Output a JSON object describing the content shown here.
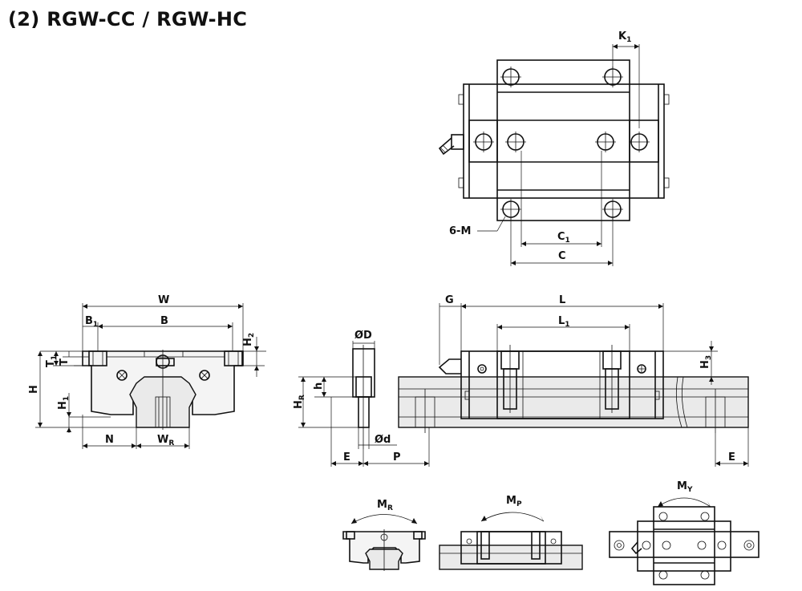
{
  "title": "(2) RGW-CC / RGW-HC",
  "labels": {
    "K": "K",
    "K_sub": "1",
    "six_m": "6-M",
    "C1": "C",
    "C1_sub": "1",
    "C": "C",
    "W": "W",
    "B1": "B",
    "B1_sub": "1",
    "B": "B",
    "H2": "H",
    "H2_sub": "2",
    "T1": "T",
    "T1_sub": "1",
    "T": "T",
    "H": "H",
    "H1": "H",
    "H1_sub": "1",
    "N": "N",
    "WR": "W",
    "WR_sub": "R",
    "OD": "ØD",
    "h": "h",
    "HR": "H",
    "HR_sub": "R",
    "Od": "Ød",
    "E_left": "E",
    "P": "P",
    "G": "G",
    "L": "L",
    "L1": "L",
    "L1_sub": "1",
    "H3": "H",
    "H3_sub": "3",
    "E_right": "E",
    "MR": "M",
    "MR_sub": "R",
    "MP": "M",
    "MP_sub": "P",
    "MY": "M",
    "MY_sub": "Y"
  }
}
